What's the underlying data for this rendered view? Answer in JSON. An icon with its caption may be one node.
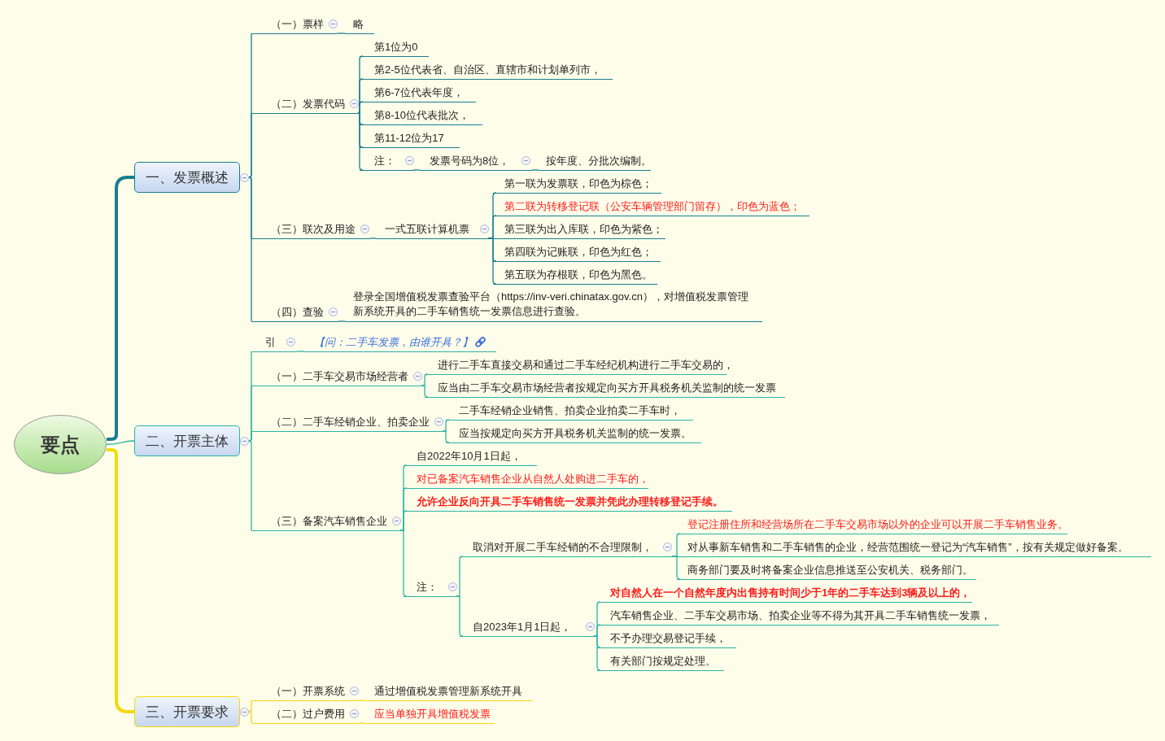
{
  "diagram": {
    "nodes": [
      {
        "text": [
          "要点"
        ]
      },
      {
        "text": [
          "一、发票概述"
        ]
      },
      {
        "text": [
          "（一）票样"
        ]
      },
      {
        "text": [
          "略"
        ]
      },
      {
        "text": [
          "（二）发票代码"
        ]
      },
      {
        "text": [
          "第1位为0"
        ]
      },
      {
        "text": [
          "第2-5位代表省、自治区、直辖市和计划单列市，"
        ]
      },
      {
        "text": [
          "第6-7位代表年度，"
        ]
      },
      {
        "text": [
          "第8-10位代表批次，"
        ]
      },
      {
        "text": [
          "第11-12位为17"
        ]
      },
      {
        "text": [
          "注："
        ]
      },
      {
        "text": [
          "发票号码为8位，"
        ]
      },
      {
        "text": [
          "按年度、分批次编制。"
        ]
      },
      {
        "text": [
          "（三）联次及用途"
        ]
      },
      {
        "text": [
          "一式五联计算机票"
        ]
      },
      {
        "text": [
          "第一联为发票联，印色为棕色；"
        ]
      },
      {
        "text": [
          "第二联为转移登记联（公安车辆管理部门留存），印色为蓝色；"
        ]
      },
      {
        "text": [
          "第三联为出入库联，印色为紫色；"
        ]
      },
      {
        "text": [
          "第四联为记账联，印色为红色；"
        ]
      },
      {
        "text": [
          "第五联为存根联，印色为黑色。"
        ]
      },
      {
        "text": [
          "（四）查验"
        ]
      },
      {
        "text": [
          "登录全国增值税发票查验平台（https://inv-veri.chinatax.gov.cn），对增值税发票管理新系统开具的二手车销售统一发票信息进行查验。"
        ]
      },
      {
        "text": [
          "二、开票主体"
        ]
      },
      {
        "text": [
          "引"
        ]
      },
      {
        "text": [
          "【问：二手车发票，由谁开具？】"
        ]
      },
      {
        "text": [
          "（一）二手车交易市场经营者"
        ]
      },
      {
        "text": [
          "进行二手车直接交易和通过二手车经纪机构进行二手车交易的，"
        ]
      },
      {
        "text": [
          "应当由二手车交易市场经营者按规定向买方开具税务机关监制的统一发票"
        ]
      },
      {
        "text": [
          "（二）二手车经销企业、拍卖企业"
        ]
      },
      {
        "text": [
          "二手车经销企业销售、拍卖企业拍卖二手车时，"
        ]
      },
      {
        "text": [
          "应当按规定向买方开具税务机关监制的统一发票。"
        ]
      },
      {
        "text": [
          "（三）备案汽车销售企业"
        ]
      },
      {
        "text": [
          "自2022年10月1日起，"
        ]
      },
      {
        "text": [
          "对已备案汽车销售企业从自然人处购进二手车的，"
        ]
      },
      {
        "text": [
          "允许企业反向开具二手车销售统一发票并凭此办理转移登记手续。"
        ]
      },
      {
        "text": [
          "注："
        ]
      },
      {
        "text": [
          "取消对开展二手车经销的不合理限制，"
        ]
      },
      {
        "text": [
          "登记注册住所和经营场所在二手车交易市场以外的企业可以开展二手车销售业务。"
        ]
      },
      {
        "text": [
          "对从事新车销售和二手车销售的企业，经营范围统一登记为“汽车销售”，按有关规定做好备案。"
        ]
      },
      {
        "text": [
          "商务部门要及时将备案企业信息推送至公安机关、税务部门。"
        ]
      },
      {
        "text": [
          "自2023年1月1日起，"
        ]
      },
      {
        "text": [
          "对自然人在一个自然年度内出售持有时间少于1年的二手车达到3辆及以上的，"
        ]
      },
      {
        "text": [
          "汽车销售企业、二手车交易市场、拍卖企业等不得为其开具二手车销售统一发票，"
        ]
      },
      {
        "text": [
          "不予办理交易登记手续，"
        ]
      },
      {
        "text": [
          "有关部门按规定处理。"
        ]
      },
      {
        "text": [
          "三、开票要求"
        ]
      },
      {
        "text": [
          "（一）开票系统"
        ]
      },
      {
        "text": [
          "通过增值税发票管理新系统开具"
        ]
      },
      {
        "text": [
          "（二）过户费用"
        ]
      },
      {
        "text": [
          "应当单独开具增值税发票"
        ]
      }
    ],
    "edges": [
      {
        "from": 0,
        "to": 1,
        "arrow": "none",
        "style": "thick",
        "color": "#177f8f"
      },
      {
        "from": 1,
        "to": 2,
        "arrow": "none",
        "color": "#177f8f"
      },
      {
        "from": 2,
        "to": 3,
        "arrow": "none",
        "color": "#177f8f"
      },
      {
        "from": 1,
        "to": 4,
        "arrow": "none",
        "color": "#177f8f"
      },
      {
        "from": 4,
        "to": 5,
        "arrow": "none",
        "color": "#177f8f"
      },
      {
        "from": 4,
        "to": 6,
        "arrow": "none",
        "color": "#177f8f"
      },
      {
        "from": 4,
        "to": 7,
        "arrow": "none",
        "color": "#177f8f"
      },
      {
        "from": 4,
        "to": 8,
        "arrow": "none",
        "color": "#177f8f"
      },
      {
        "from": 4,
        "to": 9,
        "arrow": "none",
        "color": "#177f8f"
      },
      {
        "from": 4,
        "to": 10,
        "arrow": "none",
        "color": "#177f8f"
      },
      {
        "from": 10,
        "to": 11,
        "arrow": "none",
        "color": "#177f8f"
      },
      {
        "from": 11,
        "to": 12,
        "arrow": "none",
        "color": "#177f8f"
      },
      {
        "from": 1,
        "to": 13,
        "arrow": "none",
        "color": "#177f8f"
      },
      {
        "from": 13,
        "to": 14,
        "arrow": "none",
        "color": "#177f8f"
      },
      {
        "from": 14,
        "to": 15,
        "arrow": "none",
        "color": "#177f8f"
      },
      {
        "from": 14,
        "to": 16,
        "arrow": "none",
        "color": "#177f8f"
      },
      {
        "from": 14,
        "to": 17,
        "arrow": "none",
        "color": "#177f8f"
      },
      {
        "from": 14,
        "to": 18,
        "arrow": "none",
        "color": "#177f8f"
      },
      {
        "from": 14,
        "to": 19,
        "arrow": "none",
        "color": "#177f8f"
      },
      {
        "from": 1,
        "to": 20,
        "arrow": "none",
        "color": "#177f8f"
      },
      {
        "from": 20,
        "to": 21,
        "arrow": "none",
        "color": "#177f8f"
      },
      {
        "from": 0,
        "to": 22,
        "arrow": "none"
      },
      {
        "from": 22,
        "to": 23,
        "arrow": "none"
      },
      {
        "from": 23,
        "to": 24,
        "arrow": "none"
      },
      {
        "from": 22,
        "to": 25,
        "arrow": "none"
      },
      {
        "from": 25,
        "to": 26,
        "arrow": "none"
      },
      {
        "from": 25,
        "to": 27,
        "arrow": "none"
      },
      {
        "from": 22,
        "to": 28,
        "arrow": "none"
      },
      {
        "from": 28,
        "to": 29,
        "arrow": "none"
      },
      {
        "from": 28,
        "to": 30,
        "arrow": "none"
      },
      {
        "from": 22,
        "to": 31,
        "arrow": "none"
      },
      {
        "from": 31,
        "to": 32,
        "arrow": "none"
      },
      {
        "from": 31,
        "to": 33,
        "arrow": "none"
      },
      {
        "from": 31,
        "to": 34,
        "arrow": "none"
      },
      {
        "from": 31,
        "to": 35,
        "arrow": "none"
      },
      {
        "from": 35,
        "to": 36,
        "arrow": "none"
      },
      {
        "from": 36,
        "to": 37,
        "arrow": "none"
      },
      {
        "from": 36,
        "to": 38,
        "arrow": "none"
      },
      {
        "from": 36,
        "to": 39,
        "arrow": "none"
      },
      {
        "from": 35,
        "to": 40,
        "arrow": "none"
      },
      {
        "from": 40,
        "to": 41,
        "arrow": "none"
      },
      {
        "from": 40,
        "to": 42,
        "arrow": "none"
      },
      {
        "from": 40,
        "to": 43,
        "arrow": "none"
      },
      {
        "from": 40,
        "to": 44,
        "arrow": "none"
      },
      {
        "from": 0,
        "to": 45,
        "arrow": "none",
        "style": "thick",
        "color": "#f5d90a"
      },
      {
        "from": 45,
        "to": 46,
        "arrow": "none",
        "color": "#f5d90a"
      },
      {
        "from": 46,
        "to": 47,
        "arrow": "none",
        "color": "#f5d90a"
      },
      {
        "from": 45,
        "to": 48,
        "arrow": "none",
        "color": "#f5d90a"
      },
      {
        "from": 48,
        "to": 49,
        "arrow": "none",
        "color": "#f5d90a"
      }
    ]
  }
}
